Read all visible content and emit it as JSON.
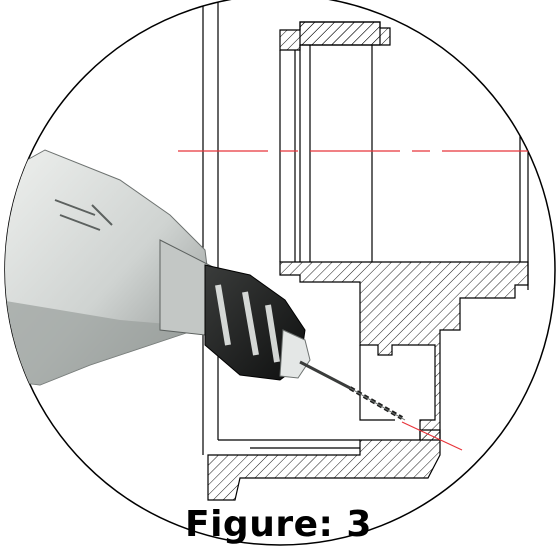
{
  "caption": "Figure: 3",
  "colors": {
    "line": "#000000",
    "centerline": "#e8343a",
    "background": "#ffffff",
    "drill_body": "#d8dcd9",
    "drill_shadow": "#7c817f",
    "chuck_dark": "#1e1f1f"
  },
  "parts": [
    "circular-frame",
    "cross-section-housing",
    "hatched-section",
    "centerline",
    "drill-icon",
    "drill-bit"
  ]
}
